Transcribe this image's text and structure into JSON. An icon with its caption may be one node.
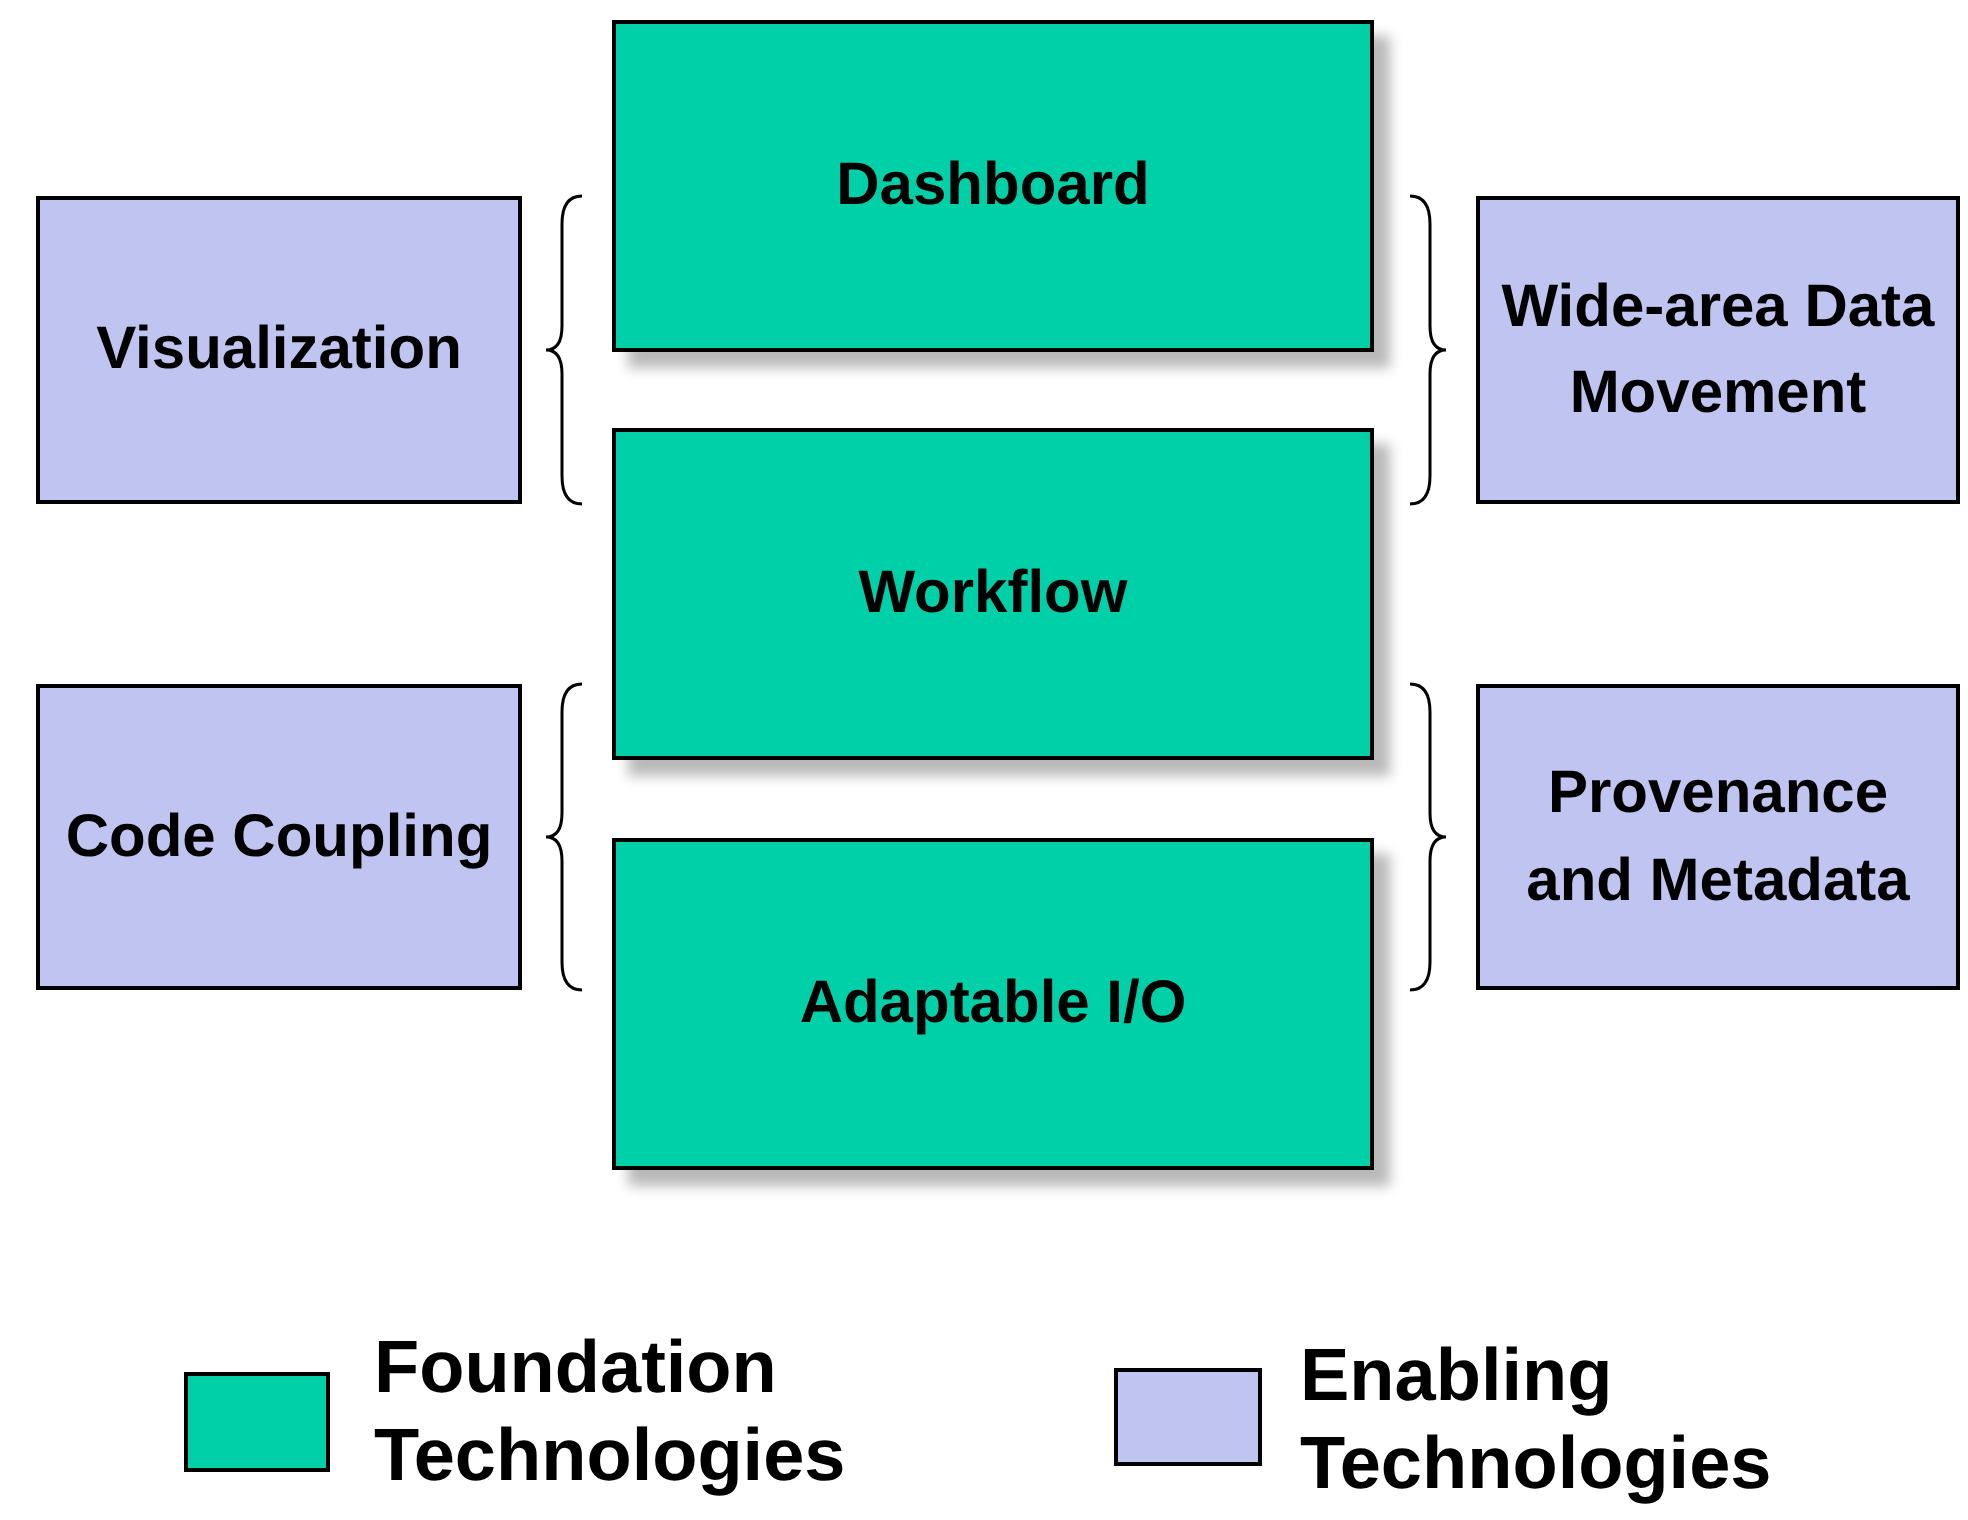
{
  "diagram": {
    "nodes": [
      {
        "text": [
          "Dashboard"
        ]
      },
      {
        "text": [
          "Visualization"
        ]
      },
      {
        "text": [
          "Wide-area Data Movement"
        ]
      },
      {
        "text": [
          "Workflow"
        ]
      },
      {
        "text": [
          "Code Coupling"
        ]
      },
      {
        "text": [
          "Provenance and Metadata"
        ]
      },
      {
        "text": [
          "Adaptable I/O"
        ]
      }
    ],
    "legend": [
      {
        "text": "Foundation Technologies",
        "color": "#00d0a8"
      },
      {
        "text": "Enabling Technologies",
        "color": "#c0c4f0"
      }
    ]
  }
}
